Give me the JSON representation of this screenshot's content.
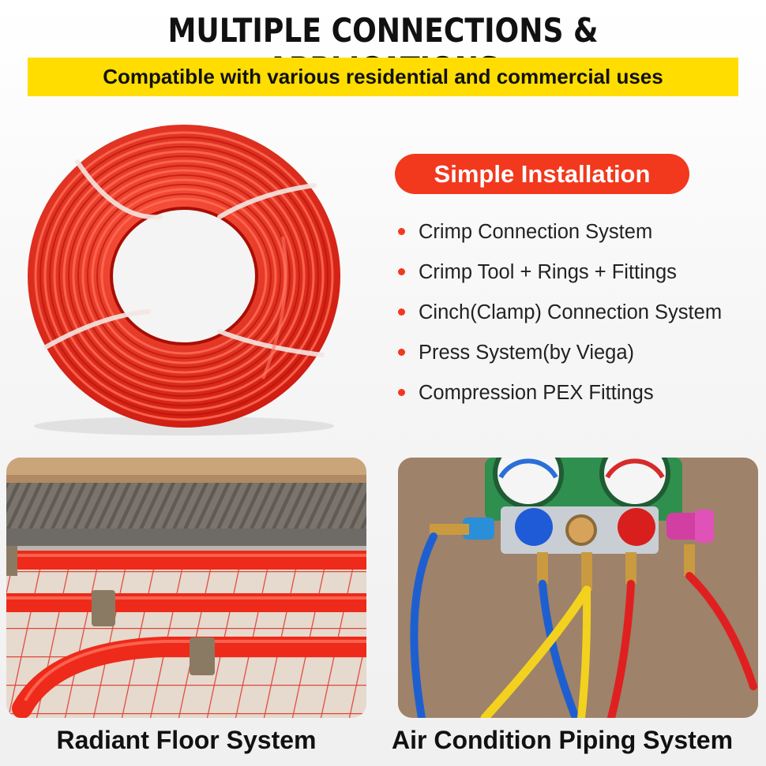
{
  "header": {
    "title": "MULTIPLE CONNECTIONS & APPLICATIONS",
    "subtitle": "Compatible with various residential and commercial uses"
  },
  "installation": {
    "heading": "Simple Installation",
    "items": [
      "Crimp Connection System",
      "Crimp Tool + Rings + Fittings",
      "Cinch(Clamp) Connection System",
      "Press System(by Viega)",
      "Compression PEX Fittings"
    ]
  },
  "applications": [
    {
      "caption": "Radiant Floor System"
    },
    {
      "caption": "Air Condition Piping System"
    }
  ],
  "colors": {
    "accent": "#f2381d",
    "banner": "#ffdd00",
    "pipe": "#ee2a1a"
  }
}
